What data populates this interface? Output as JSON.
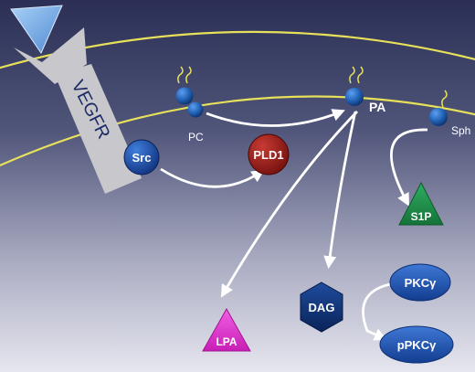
{
  "diagram": {
    "labels": {
      "vegfr": "VEGFR",
      "pc": "PC",
      "pa": "PA",
      "sph": "Sph",
      "src": "Src",
      "pld1": "PLD1",
      "s1p": "S1P",
      "dag": "DAG",
      "lpa": "LPA",
      "pkc": "PKCγ",
      "ppkc": "pPKCγ"
    },
    "colors": {
      "background_top": "#2b2f55",
      "background_bottom": "#e6e6ef",
      "membrane": "#e7e05a",
      "receptor_body": "#c8c8cc",
      "ligand": "#7fb3ea",
      "lipid_blue": "#1f5fb0",
      "src": "#1a4aa6",
      "pld1": "#9b1b17",
      "s1p": "#1f8f4a",
      "dag": "#0e2f73",
      "lpa": "#e23bd1",
      "pkc": "#1d4ca8",
      "arrow": "#ffffff"
    }
  }
}
